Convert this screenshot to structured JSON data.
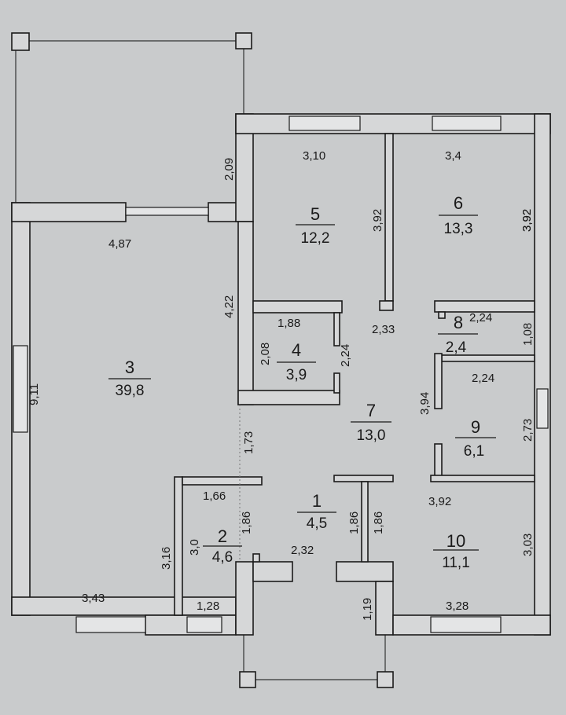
{
  "rooms": [
    {
      "number": "1",
      "area": "4,5"
    },
    {
      "number": "2",
      "area": "4,6"
    },
    {
      "number": "3",
      "area": "39,8"
    },
    {
      "number": "4",
      "area": "3,9"
    },
    {
      "number": "5",
      "area": "12,2"
    },
    {
      "number": "6",
      "area": "13,3"
    },
    {
      "number": "7",
      "area": "13,0"
    },
    {
      "number": "8",
      "area": "2,4"
    },
    {
      "number": "9",
      "area": "6,1"
    },
    {
      "number": "10",
      "area": "11,1"
    }
  ],
  "dims": [
    "3,10",
    "3,4",
    "2,09",
    "3,92",
    "3,92",
    "3,92",
    "4,87",
    "4,22",
    "1,88",
    "2,33",
    "2,24",
    "1,08",
    "2,08",
    "2,24",
    "2,24",
    "3,94",
    "2,73",
    "9,11",
    "1,73",
    "1,66",
    "1,86",
    "3,92",
    "3,16",
    "3,0",
    "2,32",
    "1,86",
    "1,86",
    "3,03",
    "3,43",
    "1,28",
    "1,19",
    "3,28"
  ]
}
